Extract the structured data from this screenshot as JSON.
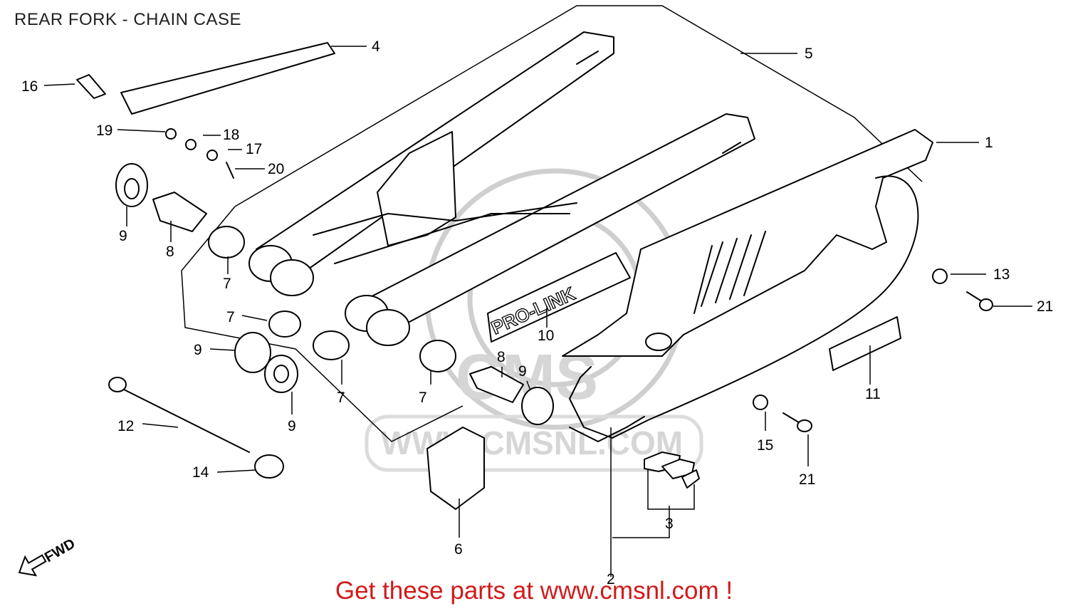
{
  "title": "REAR FORK - CHAIN CASE",
  "promo": "Get these parts at www.cmsnl.com !",
  "watermark": {
    "site_text": "WWW.CMSNL.COM",
    "logo_text": "CMS"
  },
  "decal_text": "PRO-LINK",
  "direction_label": "FWD",
  "callouts": [
    "1",
    "2",
    "3",
    "4",
    "5",
    "6",
    "7",
    "8",
    "9",
    "10",
    "11",
    "12",
    "13",
    "14",
    "15",
    "16",
    "17",
    "18",
    "19",
    "20",
    "21"
  ],
  "colors": {
    "promo": "#d11a1a",
    "line": "#000000",
    "watermark": "#cfcfcf"
  }
}
